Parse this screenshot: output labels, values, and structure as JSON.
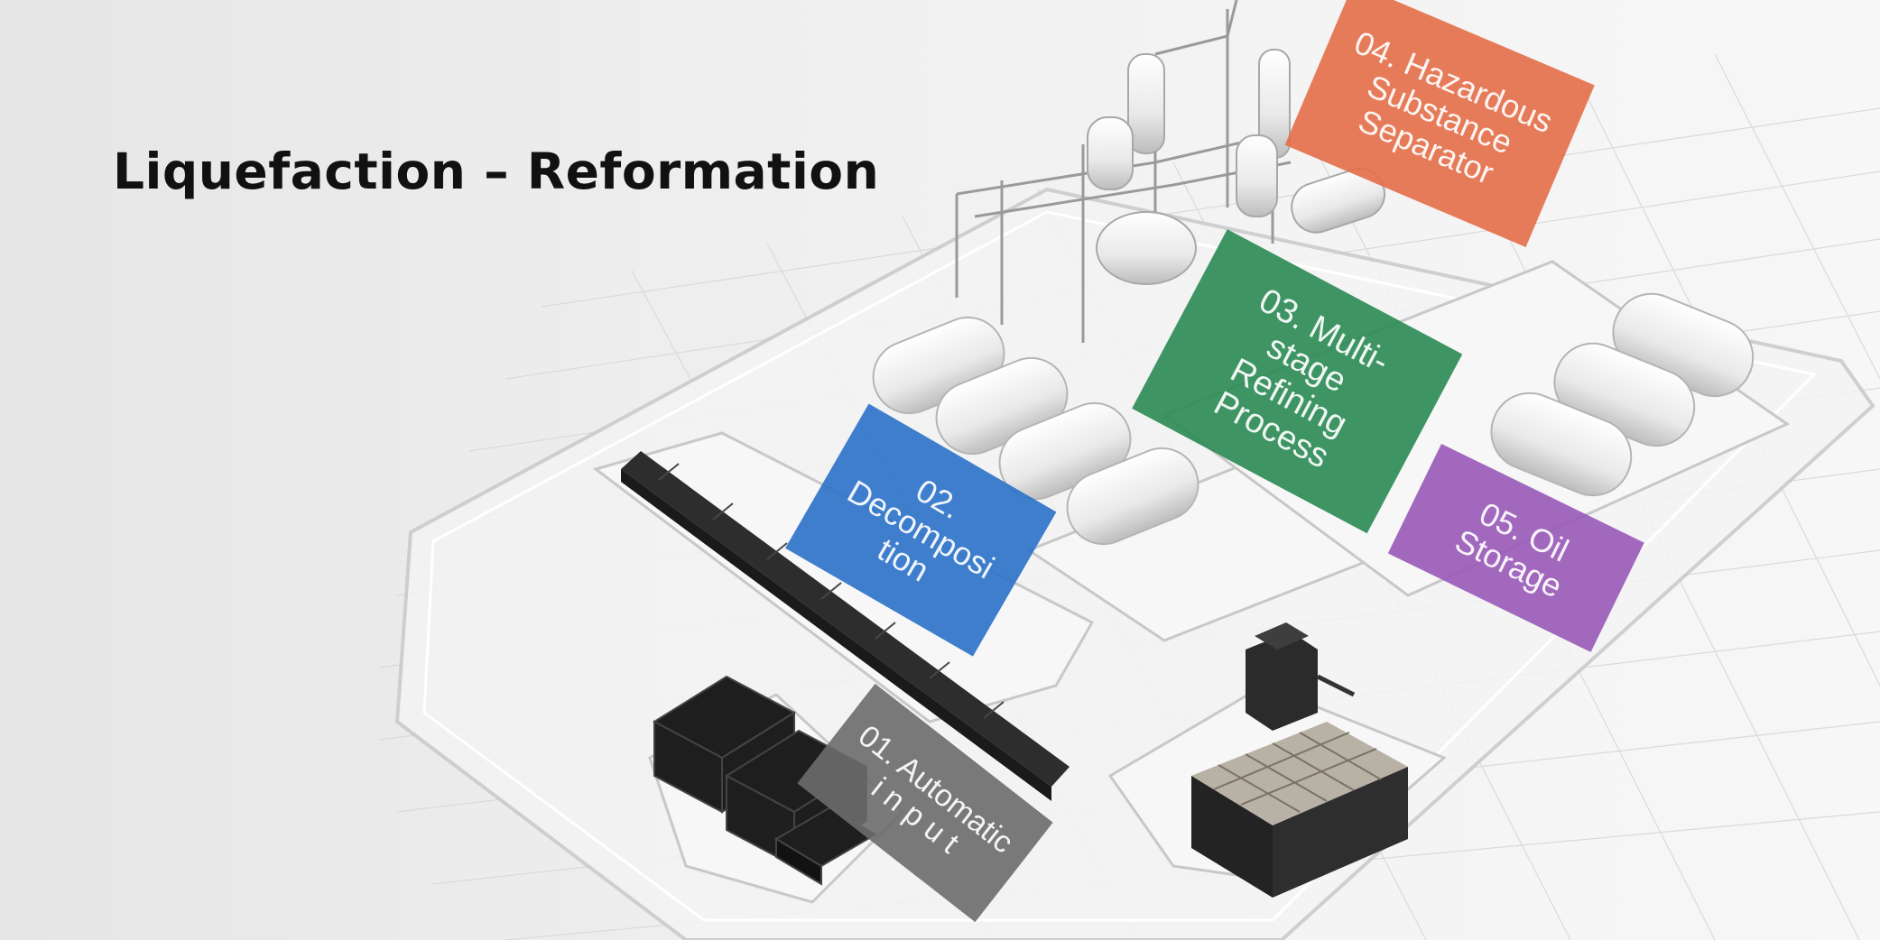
{
  "title": "Liquefaction – Reformation",
  "colors": {
    "background": "#ececec",
    "step_01": "#6b6b6b",
    "step_02": "#2f74c9",
    "step_03": "#2f8c57",
    "step_04": "#e4704c",
    "step_05": "#9a5cb8"
  },
  "steps": [
    {
      "label": "01. Automatic\ni n p u t"
    },
    {
      "label": "02.\nDecomposi\ntion"
    },
    {
      "label": "03. Multi-\nstage\nRefining\nProcess"
    },
    {
      "label": "04. Hazardous\nSubstance\nSeparator"
    },
    {
      "label": "05. Oil\nStorage"
    }
  ]
}
